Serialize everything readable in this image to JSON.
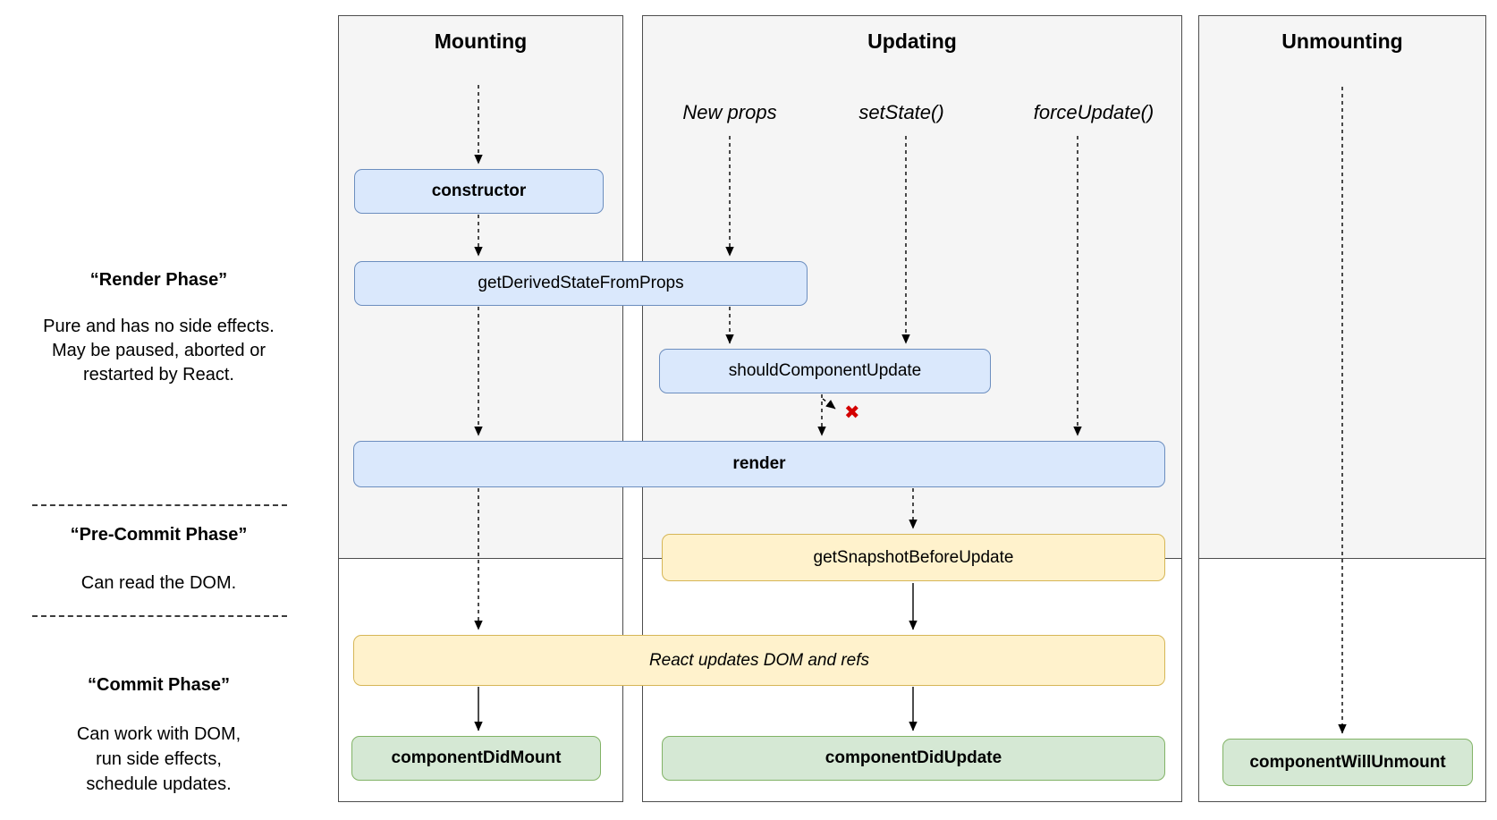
{
  "columns": [
    {
      "id": "mounting",
      "title": "Mounting"
    },
    {
      "id": "updating",
      "title": "Updating"
    },
    {
      "id": "unmounting",
      "title": "Unmounting"
    }
  ],
  "sidebar": {
    "render_phase": {
      "title": "“Render Phase”",
      "lines": [
        "Pure and has no side effects.",
        "May be paused, aborted or",
        "restarted by React."
      ]
    },
    "pre_commit_phase": {
      "title": "“Pre-Commit Phase”",
      "lines": [
        "Can read the DOM."
      ]
    },
    "commit_phase": {
      "title": "“Commit Phase”",
      "lines": [
        "Can work with DOM,",
        "run side effects,",
        "schedule updates."
      ]
    }
  },
  "triggers": [
    {
      "label": "New props"
    },
    {
      "label": "setState()"
    },
    {
      "label": "forceUpdate()"
    }
  ],
  "nodes": {
    "constructor": {
      "label": "constructor"
    },
    "get_derived_state_from_props": {
      "label": "getDerivedStateFromProps"
    },
    "should_component_update": {
      "label": "shouldComponentUpdate"
    },
    "render": {
      "label": "render"
    },
    "get_snapshot_before_update": {
      "label": "getSnapshotBeforeUpdate"
    },
    "react_updates_dom": {
      "label": "React updates DOM and refs"
    },
    "component_did_mount": {
      "label": "componentDidMount"
    },
    "component_did_update": {
      "label": "componentDidUpdate"
    },
    "component_will_unmount": {
      "label": "componentWillUnmount"
    }
  },
  "icons": {
    "reject_x": "✖"
  },
  "colors": {
    "node_blue_fill": "#dae8fc",
    "node_blue_border": "#6c8ebf",
    "node_yellow_fill": "#fff2cc",
    "node_yellow_border": "#d6b656",
    "node_green_fill": "#d5e8d4",
    "node_green_border": "#82b366",
    "column_bg": "#f5f5f5",
    "reject_x_color": "#d40000"
  }
}
